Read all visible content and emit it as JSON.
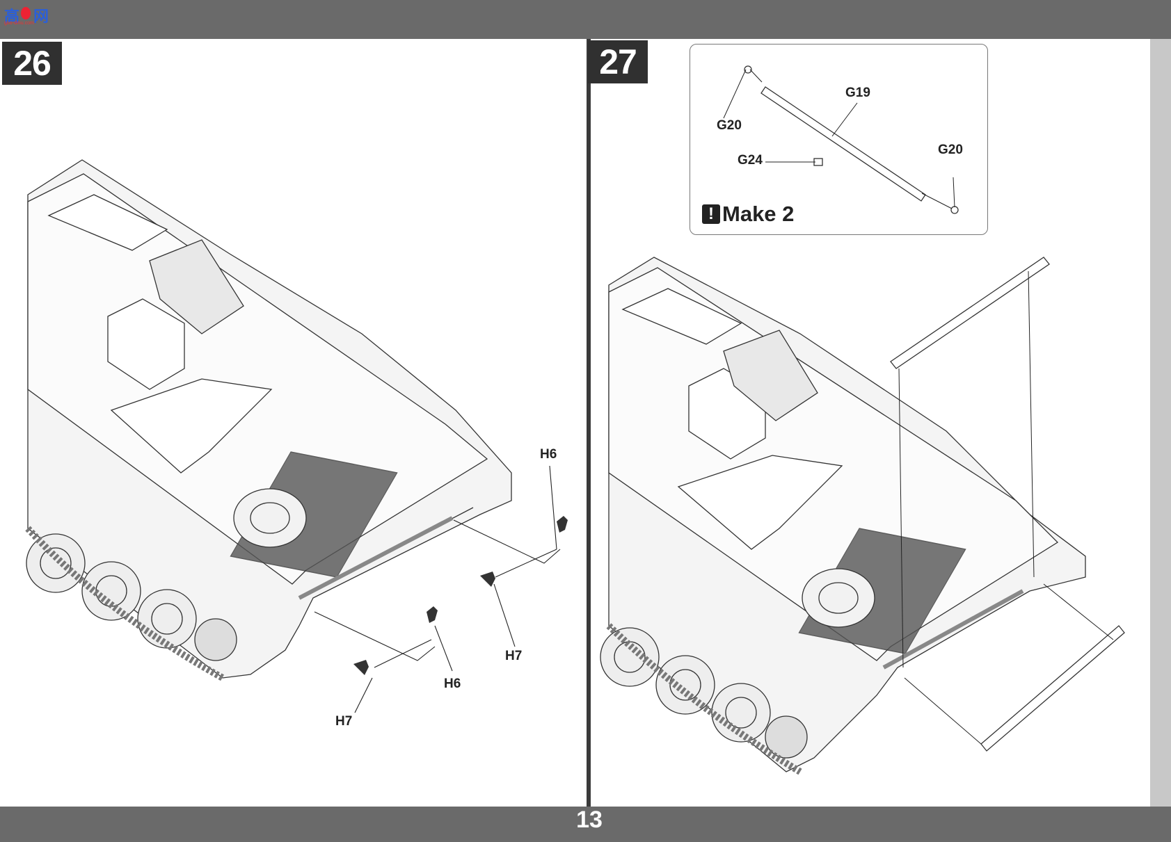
{
  "header": {
    "site_logo_glyph": "高",
    "site_logo_glyph2": "网",
    "site_url": "goo-dmu.com"
  },
  "steps": [
    {
      "number": "26",
      "parts": [
        "H6",
        "H7",
        "H6",
        "H7"
      ]
    },
    {
      "number": "27",
      "inset_parts": [
        "G20",
        "G19",
        "G24",
        "G20"
      ],
      "note": "Make 2"
    }
  ],
  "footer": {
    "page_number": "13"
  },
  "colors": {
    "band": "#6a6a6a",
    "step_badge": "#303030",
    "line_art": "#333333"
  },
  "icons": {
    "note": "exclamation-icon"
  }
}
